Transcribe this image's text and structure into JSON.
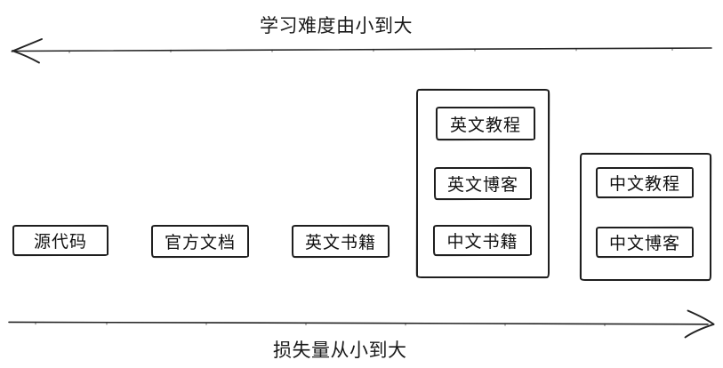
{
  "axes": {
    "top": {
      "label": "学习难度由小到大",
      "direction": "left"
    },
    "bottom": {
      "label": "损失量从小到大",
      "direction": "right"
    }
  },
  "nodes": [
    {
      "label": "源代码"
    },
    {
      "label": "官方文档"
    },
    {
      "label": "英文书籍"
    }
  ],
  "groups": [
    {
      "items": [
        {
          "label": "英文教程"
        },
        {
          "label": "英文博客"
        },
        {
          "label": "中文书籍"
        }
      ]
    },
    {
      "items": [
        {
          "label": "中文教程"
        },
        {
          "label": "中文博客"
        }
      ]
    }
  ],
  "colors": {
    "stroke": "#212121",
    "background": "#ffffff"
  }
}
